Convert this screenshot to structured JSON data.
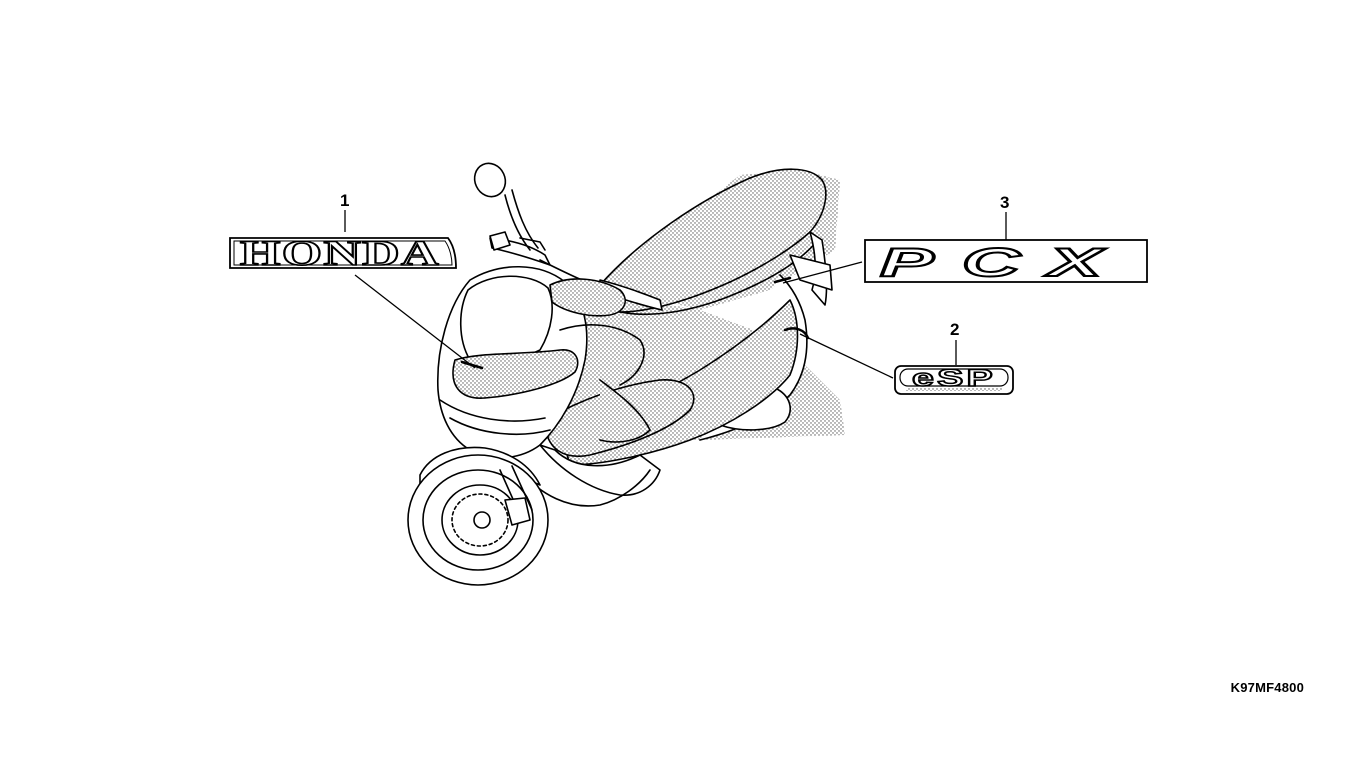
{
  "parts": [
    {
      "callout": "1",
      "emblem_text": "HONDA"
    },
    {
      "callout": "2",
      "emblem_text": "eSP"
    },
    {
      "callout": "3",
      "emblem_text": "PCX"
    }
  ],
  "drawing_code": "K97MF4800"
}
